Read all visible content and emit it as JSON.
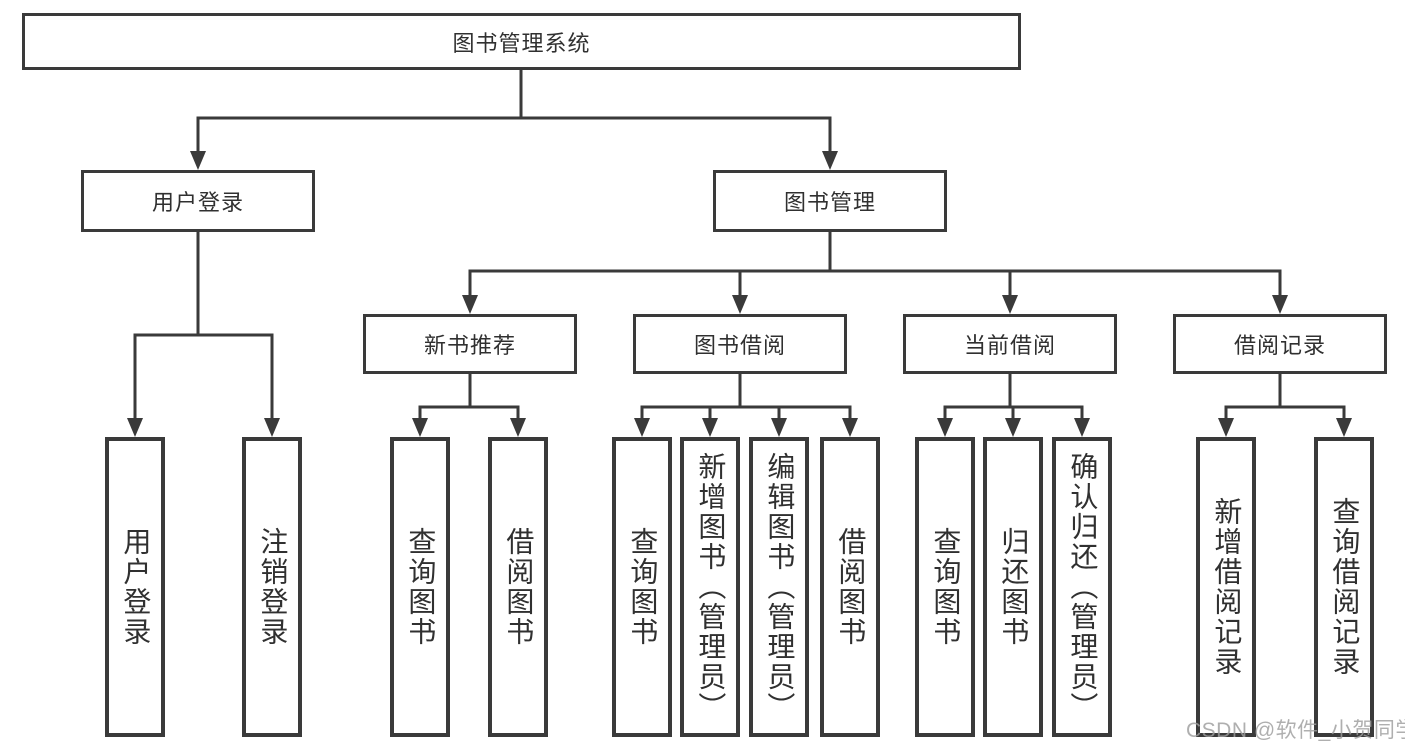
{
  "diagram_type": "hierarchy",
  "colors": {
    "line": "#3a3a3a",
    "text": "#303030",
    "background": "#ffffff",
    "watermark": "#9e9e9e"
  },
  "root": {
    "label": "图书管理系统"
  },
  "branches": {
    "user_login": {
      "label": "用户登录",
      "children": [
        {
          "label": "用户登录"
        },
        {
          "label": "注销登录"
        }
      ]
    },
    "book_mgmt": {
      "label": "图书管理",
      "sections": [
        {
          "label": "新书推荐",
          "children": [
            {
              "label": "查询图书"
            },
            {
              "label": "借阅图书"
            }
          ]
        },
        {
          "label": "图书借阅",
          "children": [
            {
              "label": "查询图书"
            },
            {
              "label": "新增图书（管理员）"
            },
            {
              "label": "编辑图书（管理员）"
            },
            {
              "label": "借阅图书"
            }
          ]
        },
        {
          "label": "当前借阅",
          "children": [
            {
              "label": "查询图书"
            },
            {
              "label": "归还图书"
            },
            {
              "label": "确认归还（管理员）"
            }
          ]
        },
        {
          "label": "借阅记录",
          "children": [
            {
              "label": "新增借阅记录"
            },
            {
              "label": "查询借阅记录"
            }
          ]
        }
      ]
    }
  },
  "watermark": "CSDN @软件_小贺同学"
}
